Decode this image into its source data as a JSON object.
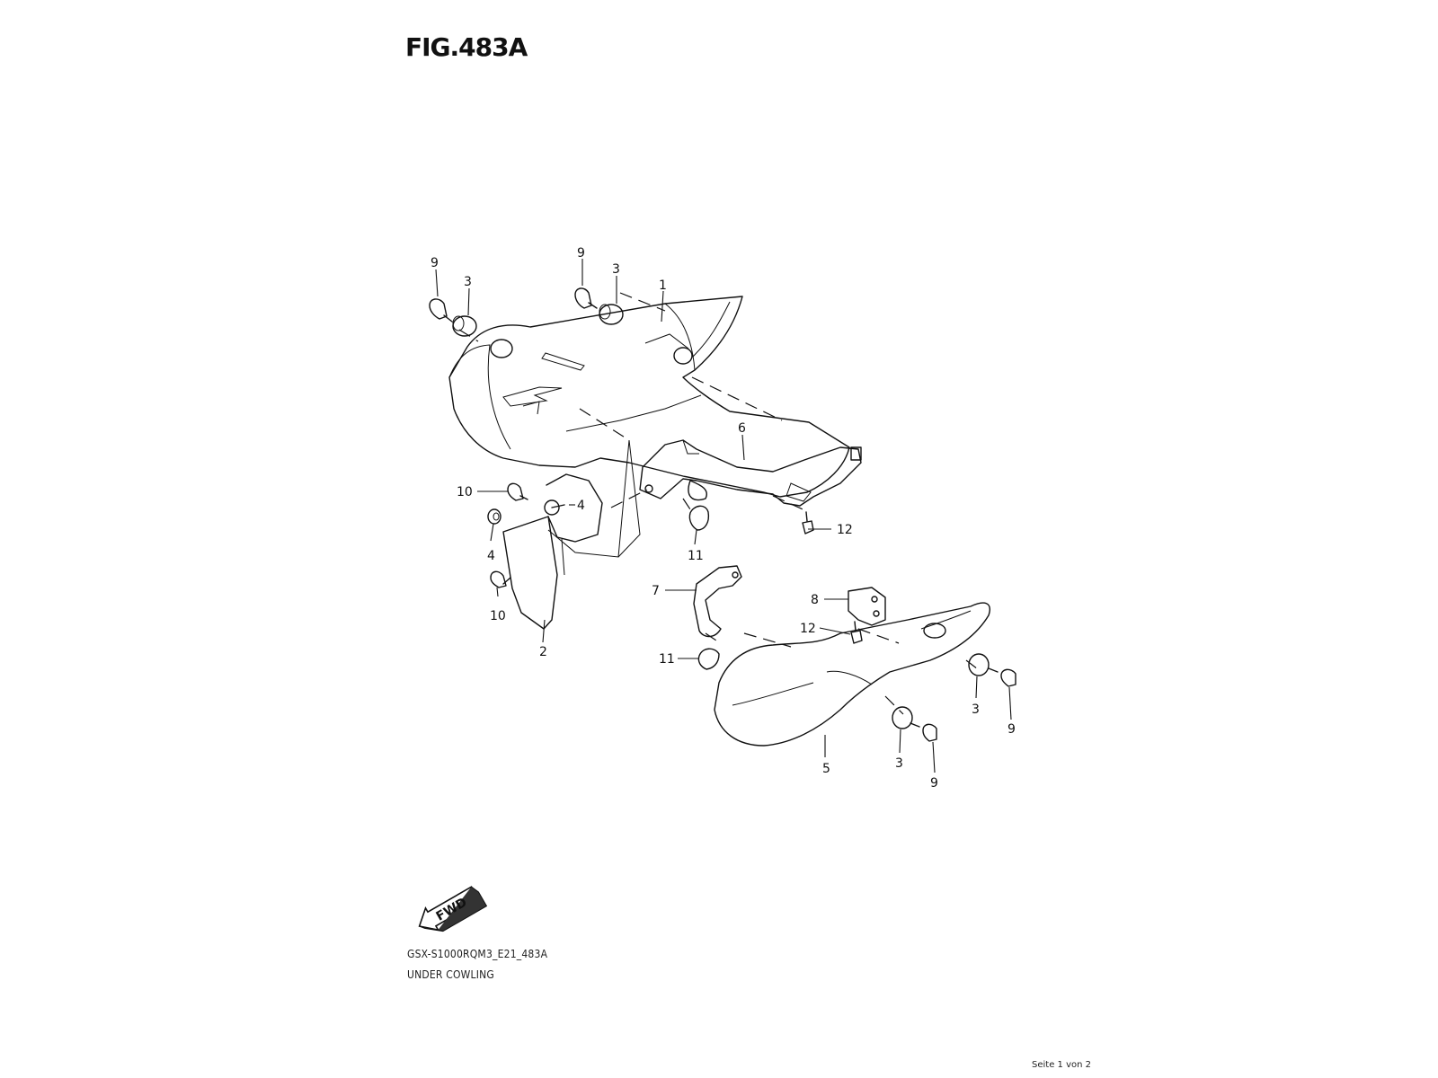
{
  "figure": {
    "title": "FIG.483A"
  },
  "callouts": [
    {
      "id": "c9a",
      "label": "9"
    },
    {
      "id": "c3a",
      "label": "3"
    },
    {
      "id": "c9b",
      "label": "9"
    },
    {
      "id": "c3b",
      "label": "3"
    },
    {
      "id": "c1",
      "label": "1"
    },
    {
      "id": "c6",
      "label": "6"
    },
    {
      "id": "c10a",
      "label": "10"
    },
    {
      "id": "c4a",
      "label": "4"
    },
    {
      "id": "c4b",
      "label": "4"
    },
    {
      "id": "c10b",
      "label": "10"
    },
    {
      "id": "c2",
      "label": "2"
    },
    {
      "id": "c11a",
      "label": "11"
    },
    {
      "id": "c12a",
      "label": "12"
    },
    {
      "id": "c7",
      "label": "7"
    },
    {
      "id": "c8",
      "label": "8"
    },
    {
      "id": "c12b",
      "label": "12"
    },
    {
      "id": "c11b",
      "label": "11"
    },
    {
      "id": "c5",
      "label": "5"
    },
    {
      "id": "c3c",
      "label": "3"
    },
    {
      "id": "c9c",
      "label": "9"
    },
    {
      "id": "c3d",
      "label": "3"
    },
    {
      "id": "c9d",
      "label": "9"
    }
  ],
  "direction_arrow": {
    "label": "FWD"
  },
  "footer": {
    "model_code": "GSX-S1000RQM3_E21_483A",
    "group_name": "UNDER COWLING"
  },
  "page_indicator": "Seite 1 von 2"
}
